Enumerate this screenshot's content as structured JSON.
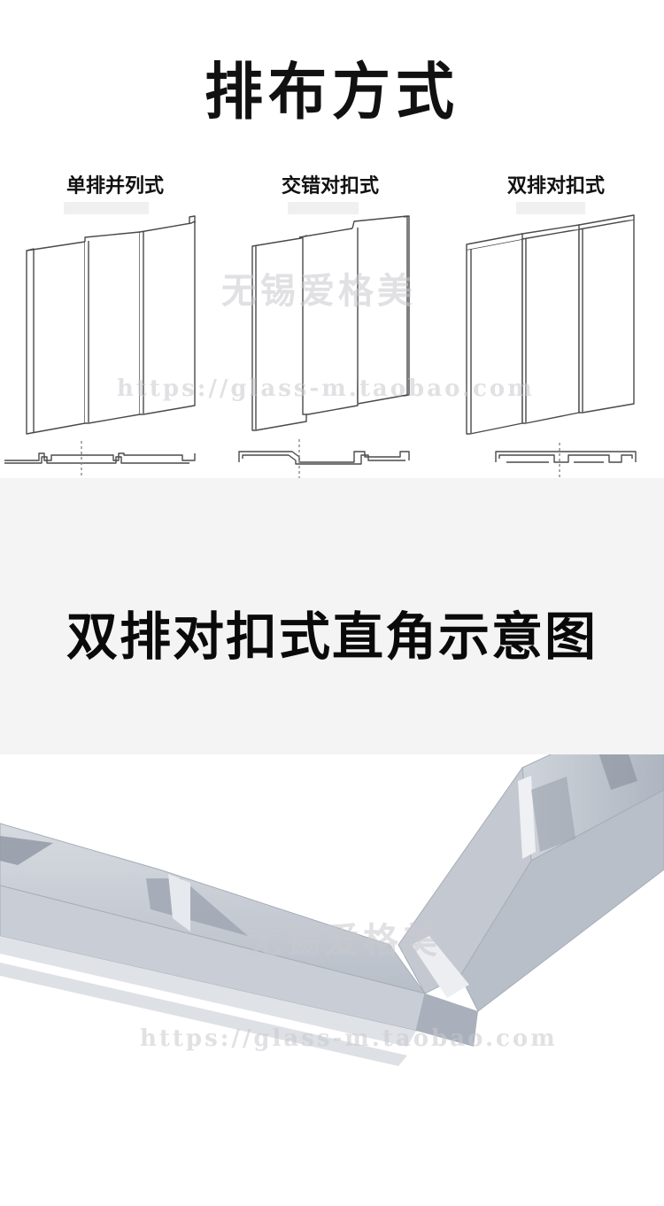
{
  "heading": "排布方式",
  "layouts": [
    {
      "label": "单排并列式"
    },
    {
      "label": "交错对扣式"
    },
    {
      "label": "双排对扣式"
    }
  ],
  "diagram_title": "双排对扣式直角示意图",
  "watermark": {
    "brand": "无锡爱格美",
    "url": "https://glass-m.taobao.com"
  },
  "colors": {
    "text": "#111111",
    "line": "#555555",
    "glass": "#c3c8d0",
    "glass_dark": "#8e96a3",
    "mid_bg": "#f4f4f4"
  }
}
